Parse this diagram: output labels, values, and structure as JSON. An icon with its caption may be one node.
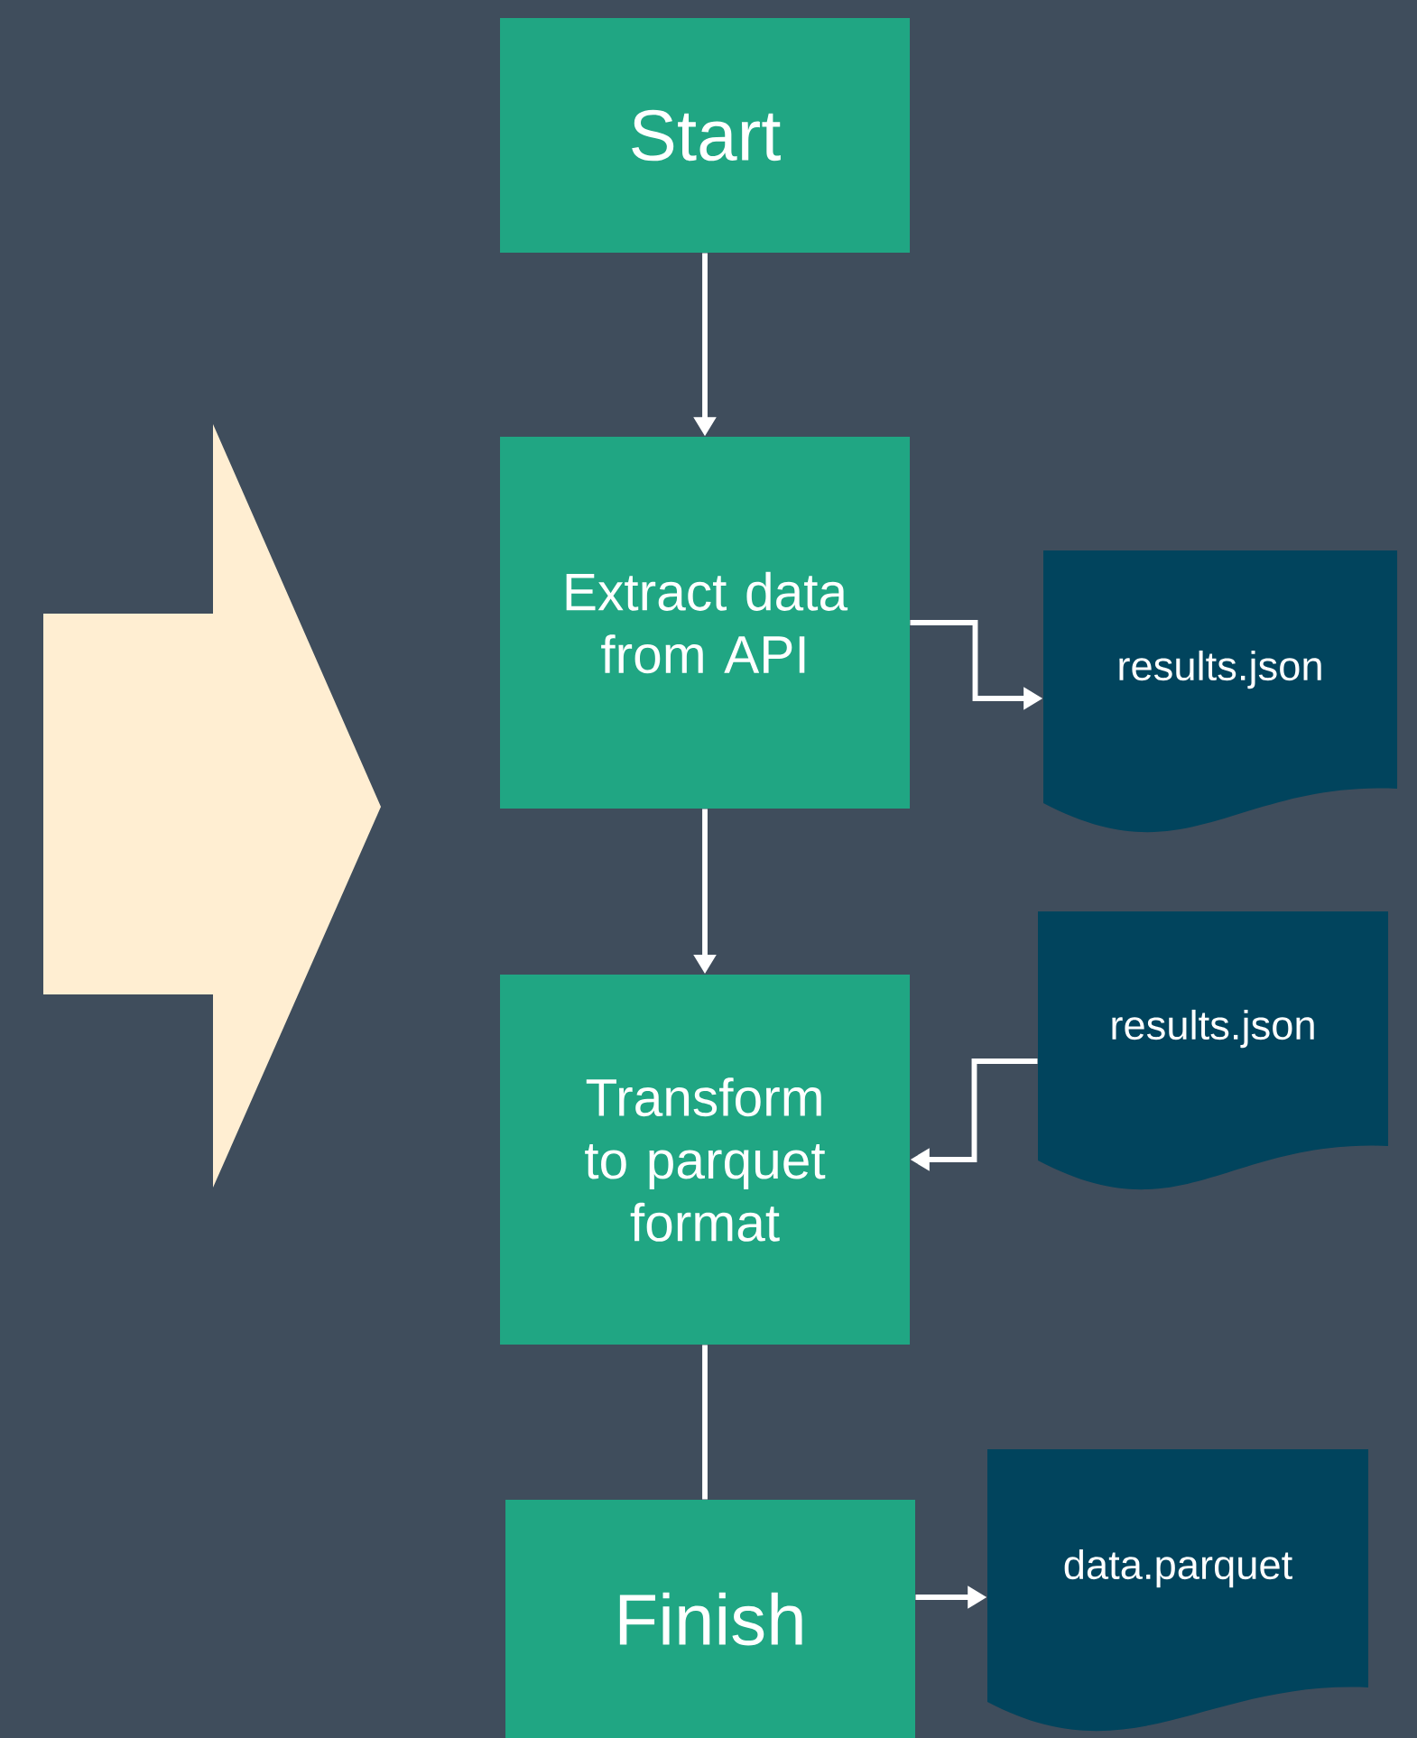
{
  "diagram": {
    "nodes": [
      {
        "text": [
          "Start"
        ]
      },
      {
        "text": [
          "Extract data from API"
        ]
      },
      {
        "text": [
          "results.json"
        ]
      },
      {
        "text": [
          "Transform to parquet format"
        ]
      },
      {
        "text": [
          "results.json"
        ]
      },
      {
        "text": [
          "Finish"
        ]
      },
      {
        "text": [
          "data.parquet"
        ]
      }
    ],
    "edges": [
      {
        "from": 0,
        "to": 1,
        "arrow": "to"
      },
      {
        "from": 1,
        "to": 2,
        "arrow": "to"
      },
      {
        "from": 1,
        "to": 3,
        "arrow": "to"
      },
      {
        "from": 4,
        "to": 3,
        "arrow": "to"
      },
      {
        "from": 3,
        "to": 5,
        "arrow": "none"
      },
      {
        "from": 5,
        "to": 6,
        "arrow": "to"
      }
    ]
  }
}
